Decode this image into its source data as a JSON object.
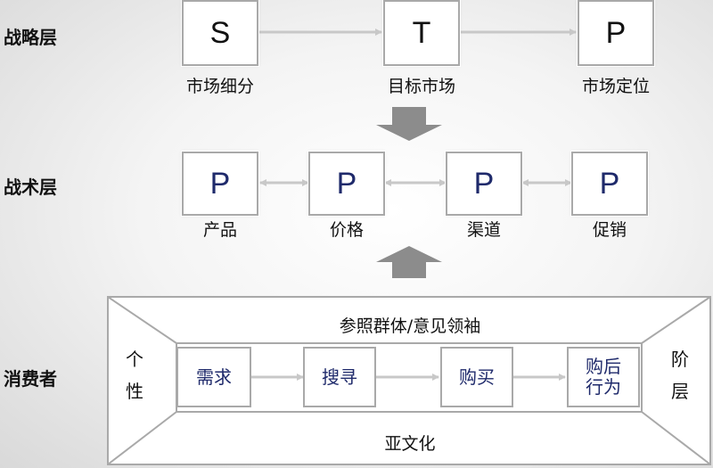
{
  "colors": {
    "box_border": "#a9a9a9",
    "connector": "#c8c8c8",
    "big_arrow": "#8c8c8c",
    "letter_black": "#111111",
    "letter_navy": "#1f2a6b"
  },
  "strategy": {
    "label": "战略层",
    "items": [
      {
        "letter": "S",
        "caption": "市场细分"
      },
      {
        "letter": "T",
        "caption": "目标市场"
      },
      {
        "letter": "P",
        "caption": "市场定位"
      }
    ]
  },
  "tactics": {
    "label": "战术层",
    "items": [
      {
        "letter": "P",
        "caption": "产品"
      },
      {
        "letter": "P",
        "caption": "价格"
      },
      {
        "letter": "P",
        "caption": "渠道"
      },
      {
        "letter": "P",
        "caption": "促销"
      }
    ]
  },
  "consumer": {
    "label": "消费者",
    "top_text": "参照群体/意见领袖",
    "bottom_text": "亚文化",
    "left_text_1": "个",
    "left_text_2": "性",
    "right_text_1": "阶",
    "right_text_2": "层",
    "steps": [
      {
        "line1": "需求",
        "line2": ""
      },
      {
        "line1": "搜寻",
        "line2": ""
      },
      {
        "line1": "购买",
        "line2": ""
      },
      {
        "line1": "购后",
        "line2": "行为"
      }
    ]
  },
  "arrows": {
    "down_icon": "block-arrow-down",
    "up_icon": "block-arrow-up"
  }
}
